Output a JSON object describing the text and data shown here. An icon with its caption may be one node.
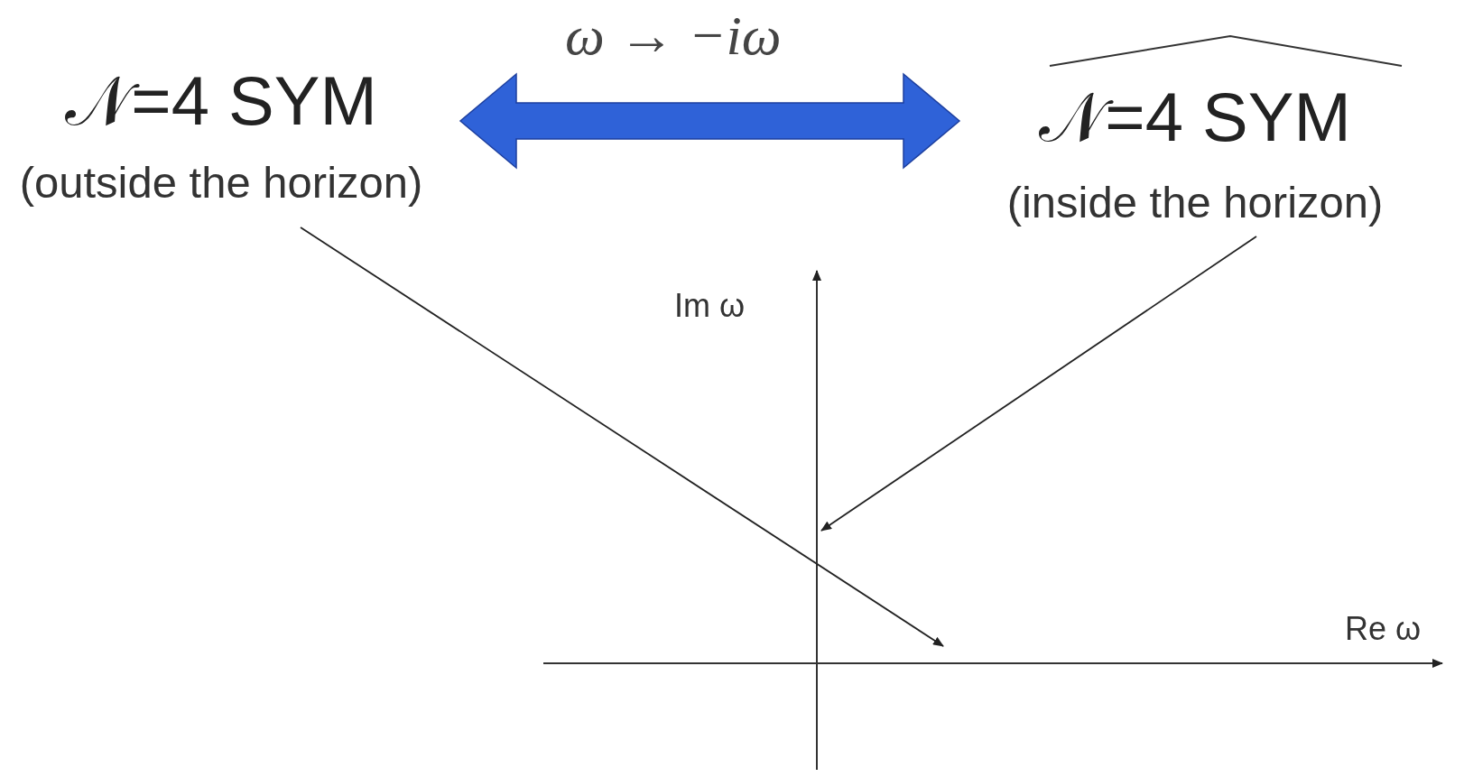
{
  "diagram": {
    "nodes": [
      {
        "text": [
          "𝒩=4 SYM",
          "(outside the horizon)"
        ]
      },
      {
        "text": [
          "𝒩=4 SYM",
          "(inside the horizon)"
        ]
      }
    ],
    "edges": [
      {
        "from": 0,
        "to": 1,
        "arrow": "both",
        "label": "ω → −iω",
        "style": "thick",
        "color": "#2f62d8"
      },
      {
        "from": 0,
        "to": null,
        "arrow": "to"
      },
      {
        "from": 1,
        "to": null,
        "arrow": "to"
      }
    ],
    "labels": [
      "Im ω",
      "Re ω"
    ]
  }
}
